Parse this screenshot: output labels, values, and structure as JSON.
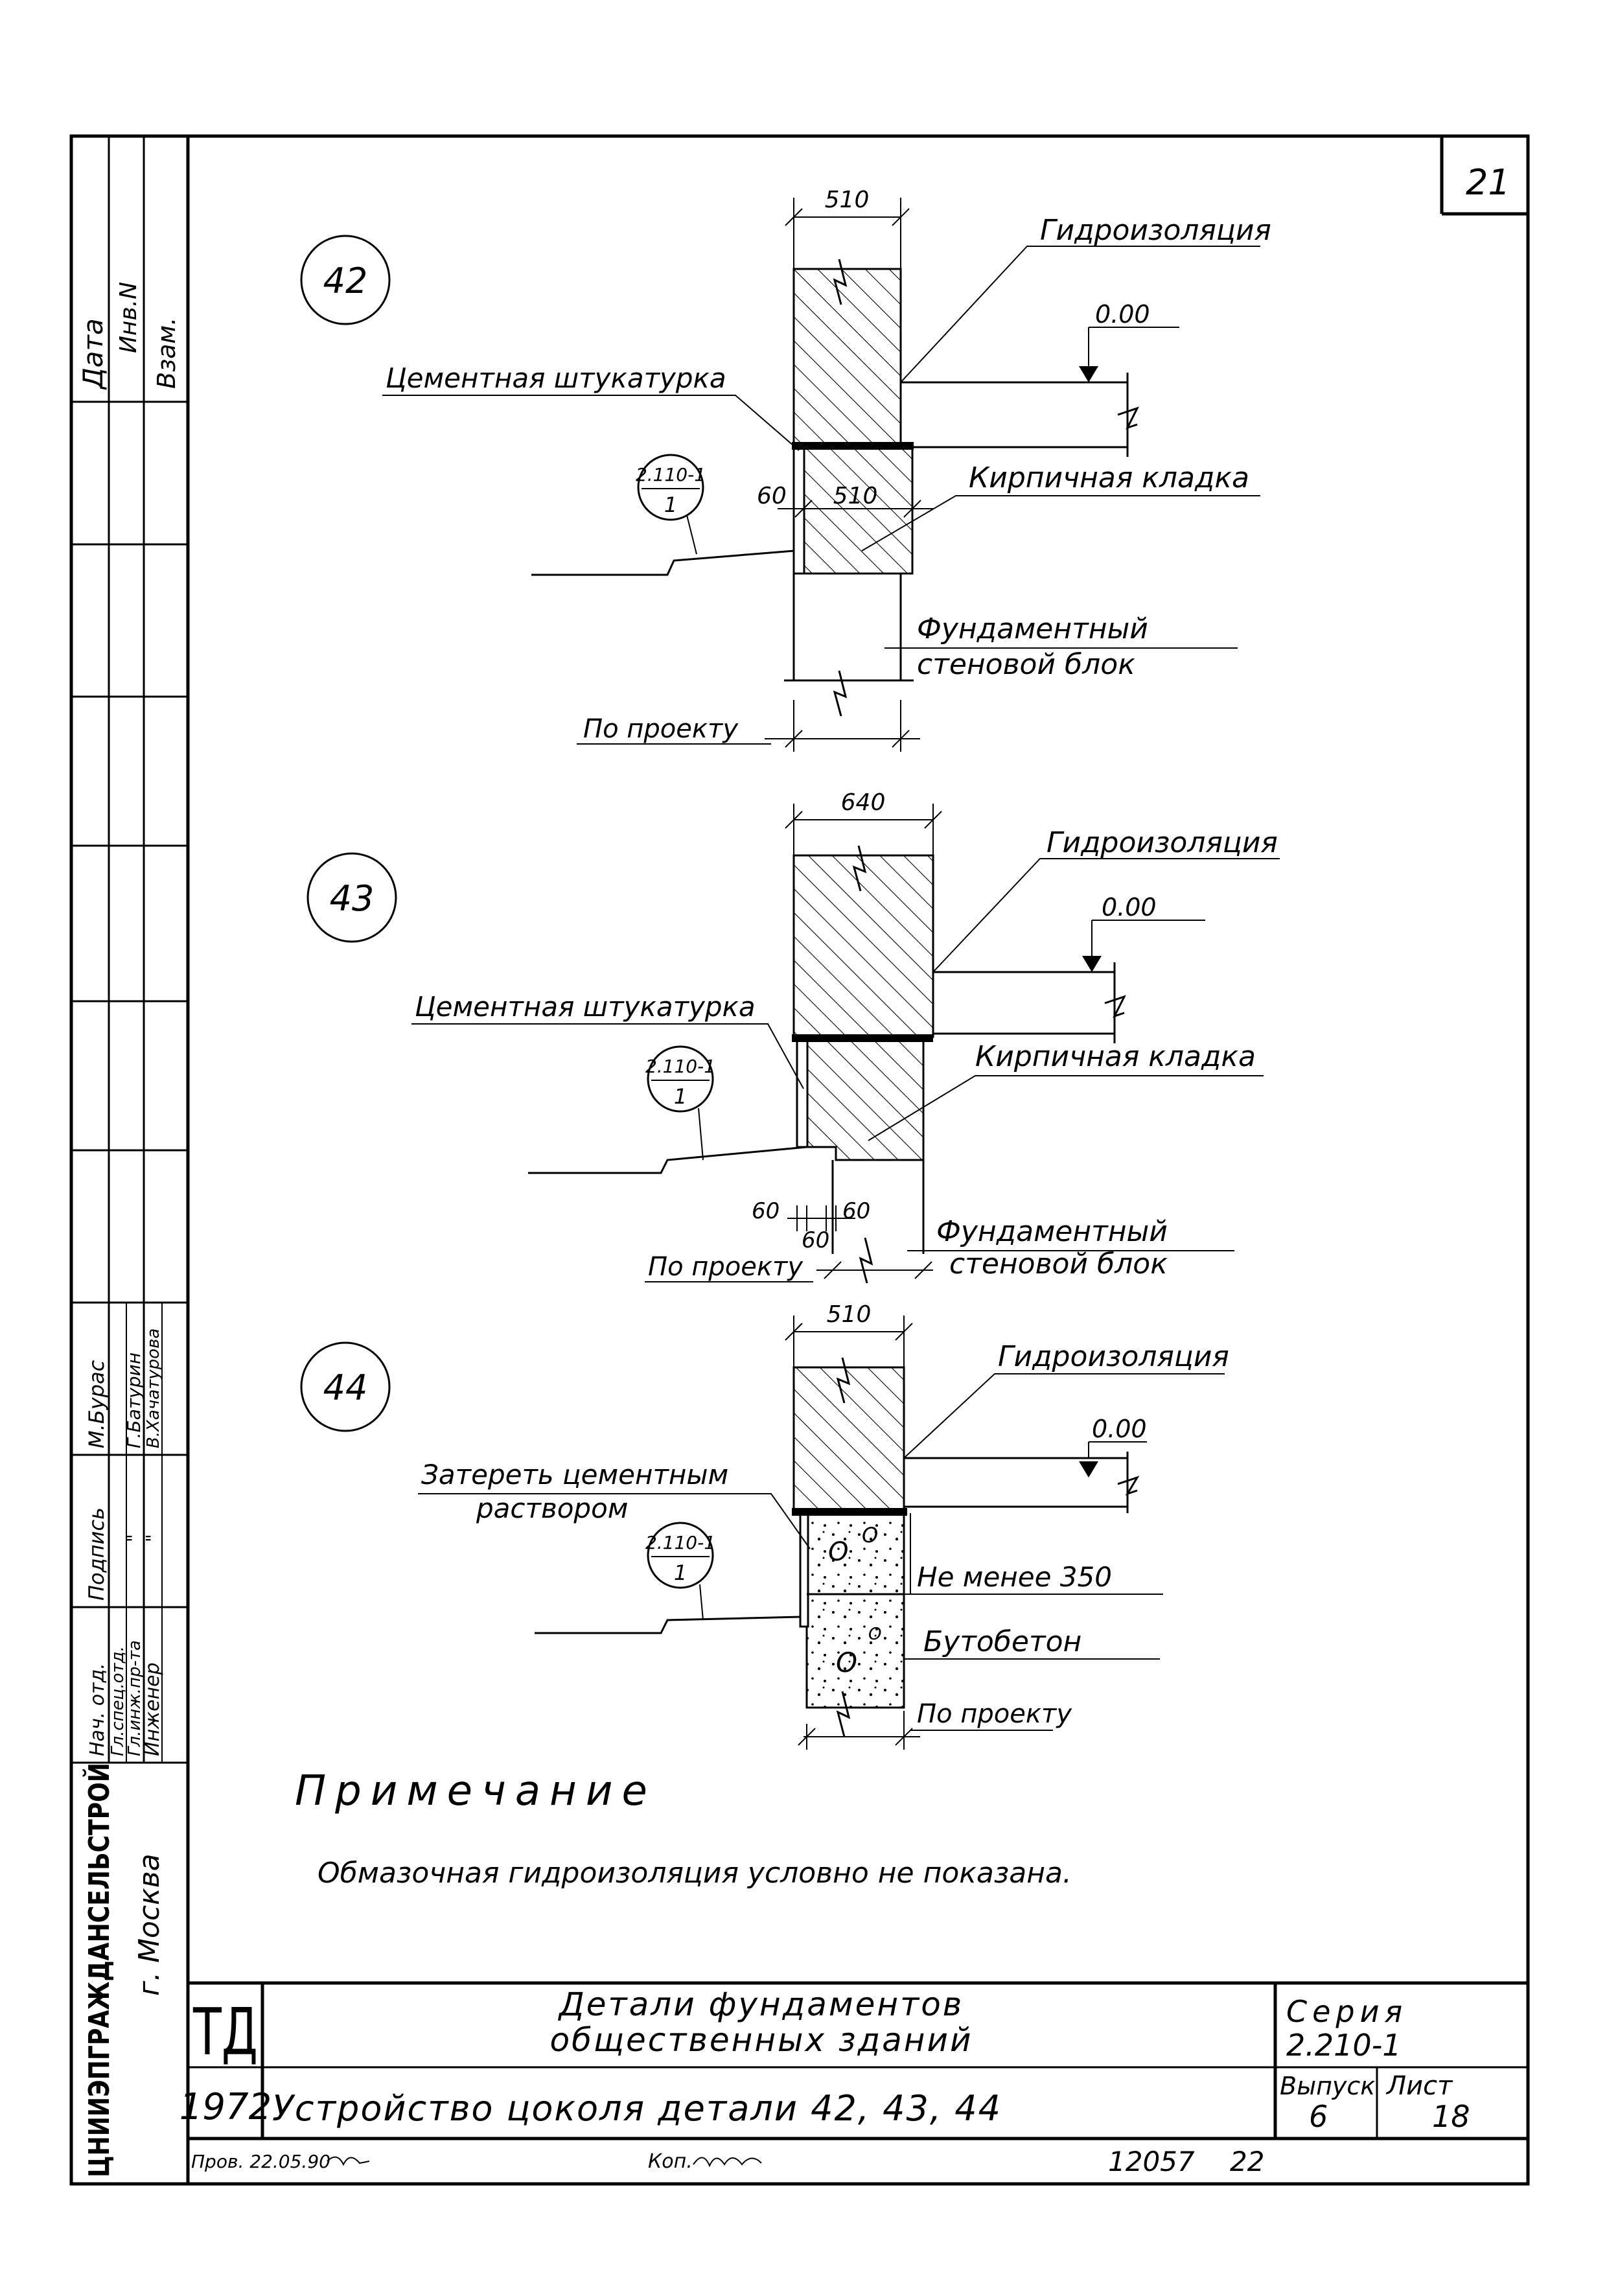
{
  "sheet_number": "21",
  "side_stamp": {
    "top_labels": [
      "Дата",
      "Инв.N",
      "Взам."
    ],
    "roles": [
      "Нач. отд.",
      "Гл.спец.отд.",
      "Гл.инж.пр-та",
      "Инженер"
    ],
    "signature_header": "Подпись",
    "names": [
      "М.Бурас",
      "",
      "Г.Батурин",
      "В.Хачатурова"
    ],
    "signature_marks": [
      "",
      "",
      "\"",
      "\""
    ],
    "org": "ЦНИИЭПГРАЖДАНСЕЛЬСТРОЙ",
    "city": "г. Москва"
  },
  "details": [
    {
      "id": "42",
      "ref_top": "2.110-1",
      "ref_bottom": "1",
      "dims": {
        "top": "510",
        "mid": "510",
        "left": "60",
        "bottom": "По проекту"
      },
      "labels": {
        "waterproofing": "Гидроизоляция",
        "level": "0.00",
        "plaster": "Цементная штукатурка",
        "masonry": "Кирпичная кладка",
        "foundation_1": "Фундаментный",
        "foundation_2": "стеновой блок"
      }
    },
    {
      "id": "43",
      "ref_top": "2.110-1",
      "ref_bottom": "1",
      "dims": {
        "top": "640",
        "left": "60",
        "mid": "60",
        "right": "60",
        "bottom": "По проекту"
      },
      "labels": {
        "waterproofing": "Гидроизоляция",
        "level": "0.00",
        "plaster": "Цементная штукатурка",
        "masonry": "Кирпичная кладка",
        "foundation_1": "Фундаментный",
        "foundation_2": "стеновой блок"
      }
    },
    {
      "id": "44",
      "ref_top": "2.110-1",
      "ref_bottom": "1",
      "dims": {
        "top": "510",
        "bottom": "По проекту"
      },
      "labels": {
        "waterproofing": "Гидроизоляция",
        "level": "0.00",
        "rub_1": "Затереть цементным",
        "rub_2": "раствором",
        "min_depth": "Не менее 350",
        "concrete": "Бутобетон"
      }
    }
  ],
  "note": {
    "heading": "Примечание",
    "text": "Обмазочная гидроизоляция условно не показана."
  },
  "title_block": {
    "logo": "ТД",
    "year": "1972",
    "title_1": "Детали фундаментов",
    "title_2": "общественных зданий",
    "subtitle": "Устройство цоколя детали 42, 43, 44",
    "series_label": "Серия",
    "series_value": "2.210-1",
    "issue_label": "Выпуск",
    "issue_value": "6",
    "sheet_label": "Лист",
    "sheet_value": "18"
  },
  "footer": {
    "checked": "Пров. 22.05.90",
    "copy": "Коп.",
    "number": "12057",
    "format": "22"
  }
}
